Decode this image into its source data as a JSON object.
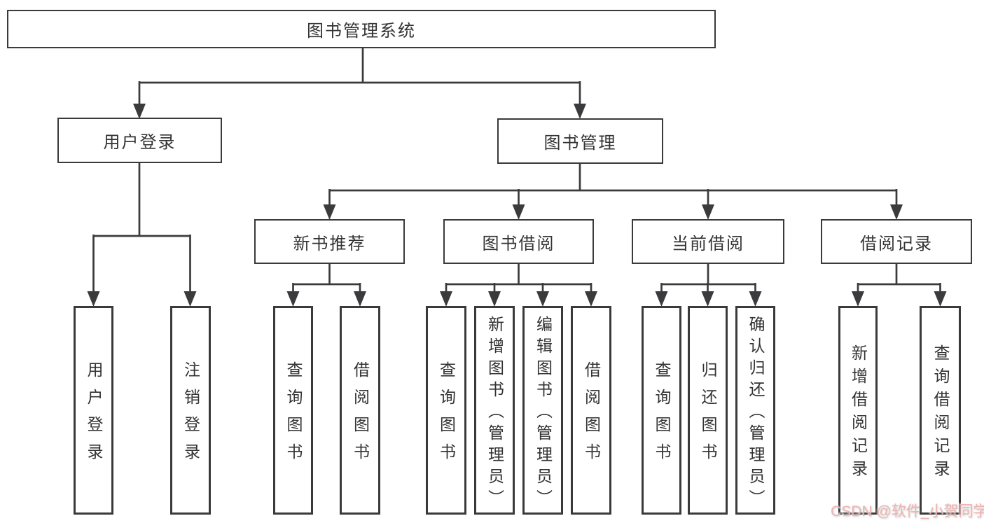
{
  "tree": {
    "label": "图书管理系统",
    "children": [
      {
        "label": "用户登录",
        "children": [
          {
            "label": "用户登录"
          },
          {
            "label": "注销登录"
          }
        ]
      },
      {
        "label": "图书管理",
        "children": [
          {
            "label": "新书推荐",
            "children": [
              {
                "label": "查询图书"
              },
              {
                "label": "借阅图书"
              }
            ]
          },
          {
            "label": "图书借阅",
            "children": [
              {
                "label": "查询图书"
              },
              {
                "label": "新增图书（管理员）"
              },
              {
                "label": "编辑图书（管理员）"
              },
              {
                "label": "借阅图书"
              }
            ]
          },
          {
            "label": "当前借阅",
            "children": [
              {
                "label": "查询图书"
              },
              {
                "label": "归还图书"
              },
              {
                "label": "确认归还（管理员）"
              }
            ]
          },
          {
            "label": "借阅记录",
            "children": [
              {
                "label": "新增借阅记录"
              },
              {
                "label": "查询借阅记录"
              }
            ]
          }
        ]
      }
    ]
  },
  "watermark": {
    "text": "CSDN @软件_小贺同学"
  },
  "colors": {
    "line": "#3b3b3d",
    "box_border": "#3a3a3c",
    "text": "#333333",
    "watermark": "#eeb0ac",
    "background": "#ffffff"
  }
}
